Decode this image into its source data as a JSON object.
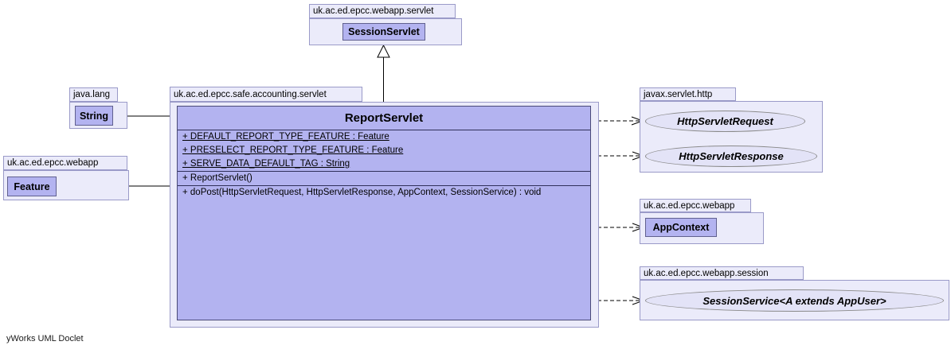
{
  "footer": "yWorks UML Doclet",
  "colors": {
    "package_fill": "#ebebfa",
    "package_border": "#9a9ac8",
    "class_fill": "#b3b3f0",
    "class_border": "#4a4a78",
    "ellipse_fill": "#e3e3f7",
    "ellipse_border": "#8a8a8a",
    "edge": "#000000"
  },
  "packages": {
    "webapp_servlet": {
      "name": "uk.ac.ed.epcc.webapp.servlet",
      "class_name": "SessionServlet"
    },
    "java_lang": {
      "name": "java.lang",
      "class_name": "String"
    },
    "webapp_feature": {
      "name": "uk.ac.ed.epcc.webapp",
      "class_name": "Feature"
    },
    "safe_accounting_servlet": {
      "name": "uk.ac.ed.epcc.safe.accounting.servlet",
      "class_name": "ReportServlet",
      "fields": [
        "+ DEFAULT_REPORT_TYPE_FEATURE : Feature",
        "+ PRESELECT_REPORT_TYPE_FEATURE : Feature",
        "+ SERVE_DATA_DEFAULT_TAG : String"
      ],
      "constructors": [
        "+ ReportServlet()"
      ],
      "methods": [
        "+ doPost(HttpServletRequest, HttpServletResponse, AppContext, SessionService) : void"
      ]
    },
    "javax_servlet_http": {
      "name": "javax.servlet.http",
      "interfaces": [
        "HttpServletRequest",
        "HttpServletResponse"
      ]
    },
    "webapp_appcontext": {
      "name": "uk.ac.ed.epcc.webapp",
      "class_name": "AppContext"
    },
    "webapp_session": {
      "name": "uk.ac.ed.epcc.webapp.session",
      "interface_name": "SessionService<A extends AppUser>"
    }
  }
}
